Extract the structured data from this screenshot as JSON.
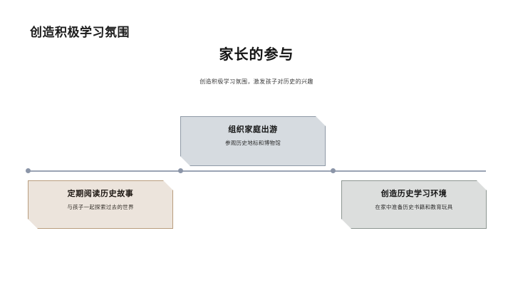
{
  "slide": {
    "section_title": "创造积极学习氛围",
    "heading": "家长的参与",
    "subtitle": "创造积极学习氛围，激发孩子对历史的兴趣",
    "accent_colors": {
      "axis": "#9aa4b4",
      "node": "#8b95a8",
      "card_top_fill": "#d6dbe0",
      "card_top_border": "#8f9aa6",
      "card_left_fill": "#ece4dc",
      "card_left_border": "#b99d7e",
      "card_right_fill": "#dcdedd",
      "card_right_border": "#8d9691",
      "background": "#ffffff"
    }
  },
  "timeline": {
    "nodes": [
      {
        "id": "node-1",
        "label": ""
      },
      {
        "id": "node-2",
        "label": ""
      },
      {
        "id": "node-3",
        "label": ""
      }
    ],
    "cards": [
      {
        "id": "card-left",
        "position": "below",
        "title": "定期阅读历史故事",
        "description": "与孩子一起探索过去的世界"
      },
      {
        "id": "card-top",
        "position": "above",
        "title": "组织家庭出游",
        "description": "参观历史地标和博物馆"
      },
      {
        "id": "card-right",
        "position": "below",
        "title": "创造历史学习环境",
        "description": "在家中准备历史书籍和教育玩具"
      }
    ]
  }
}
